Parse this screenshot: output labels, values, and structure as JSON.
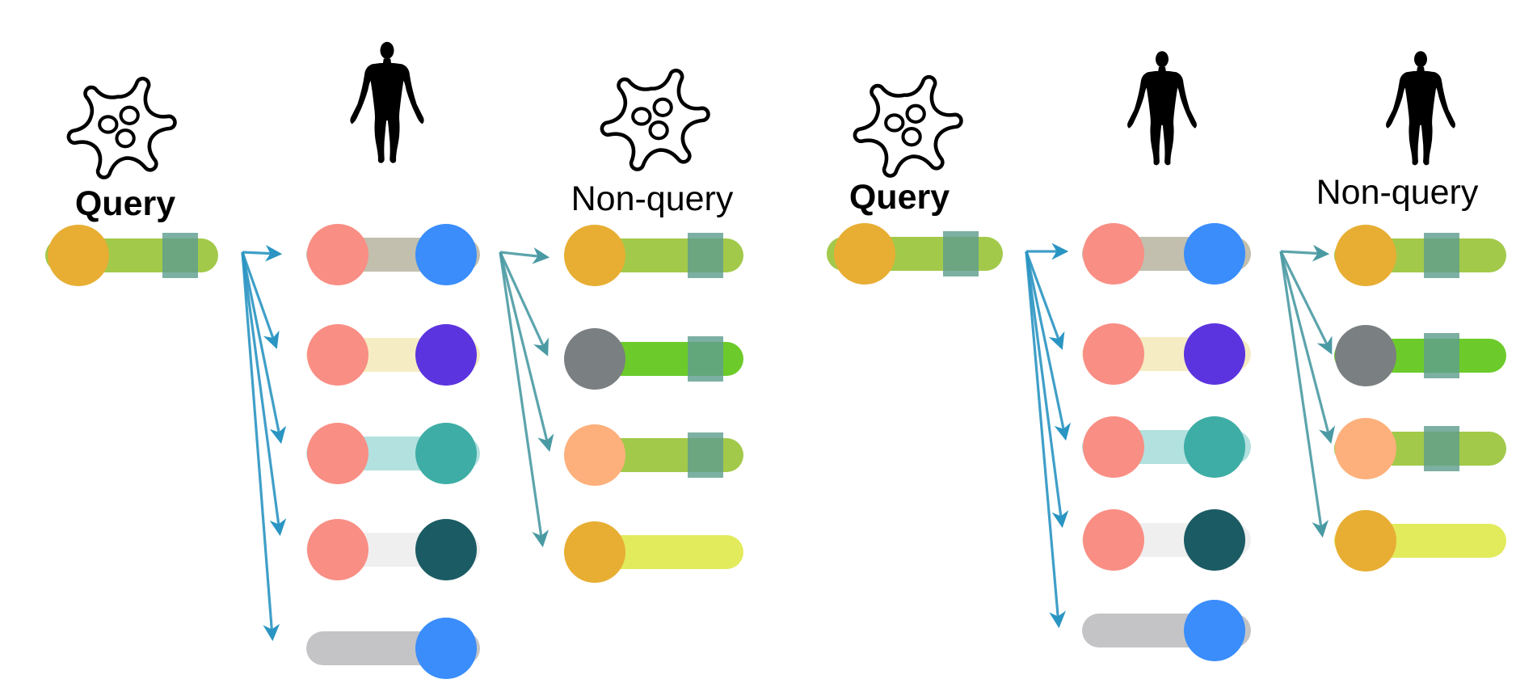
{
  "labels": {
    "left_query": "Query",
    "left_nonquery": "Non-query",
    "right_query": "Query",
    "right_nonquery": "Non-query"
  },
  "icons": {
    "virus": "virus-icon",
    "human": "human-figure-icon"
  },
  "colors": {
    "arrow": "#2a95c2",
    "arrow_teal": "#4a9aa3",
    "bars": {
      "green": "#a2c94a",
      "bright_green": "#6ccb2a",
      "yellow": "#e2eb5c",
      "grey_brown": "#c2bfae",
      "pale_yellow": "#f6ecc3",
      "pale_teal": "#b2e1df",
      "light_grey": "#efefef",
      "grey": "#c4c4c6"
    },
    "circles": {
      "orange": "#e7ae33",
      "salmon": "#f98e84",
      "blue": "#3a8dfb",
      "purple": "#5c34df",
      "teal": "#3eada5",
      "dark_teal": "#1b5c64",
      "grey": "#7a7f81",
      "peach": "#fdb07c"
    },
    "marker": "#5f9f8e"
  },
  "panels": [
    {
      "query": {
        "bar": "green",
        "left": "orange",
        "marker": true
      },
      "middle": [
        {
          "bar": "grey_brown",
          "left": "salmon",
          "right": "blue"
        },
        {
          "bar": "pale_yellow",
          "left": "salmon",
          "right": "purple"
        },
        {
          "bar": "pale_teal",
          "left": "salmon",
          "right": "teal"
        },
        {
          "bar": "light_grey",
          "left": "salmon",
          "right": "dark_teal"
        },
        {
          "bar": "grey",
          "right": "blue"
        }
      ],
      "nonquery": [
        {
          "bar": "green",
          "left": "orange",
          "marker": true
        },
        {
          "bar": "bright_green",
          "left": "grey",
          "marker": true
        },
        {
          "bar": "green",
          "left": "peach",
          "marker": true
        },
        {
          "bar": "yellow",
          "left": "orange"
        }
      ]
    },
    {
      "query": {
        "bar": "green",
        "left": "orange",
        "marker": true
      },
      "middle": [
        {
          "bar": "grey_brown",
          "left": "salmon",
          "right": "blue"
        },
        {
          "bar": "pale_yellow",
          "left": "salmon",
          "right": "purple"
        },
        {
          "bar": "pale_teal",
          "left": "salmon",
          "right": "teal"
        },
        {
          "bar": "light_grey",
          "left": "salmon",
          "right": "dark_teal"
        },
        {
          "bar": "grey",
          "right": "blue"
        }
      ],
      "nonquery": [
        {
          "bar": "green",
          "left": "orange",
          "marker": true
        },
        {
          "bar": "bright_green",
          "left": "grey",
          "marker": true
        },
        {
          "bar": "green",
          "left": "peach",
          "marker": true
        },
        {
          "bar": "yellow",
          "left": "orange"
        }
      ]
    }
  ]
}
